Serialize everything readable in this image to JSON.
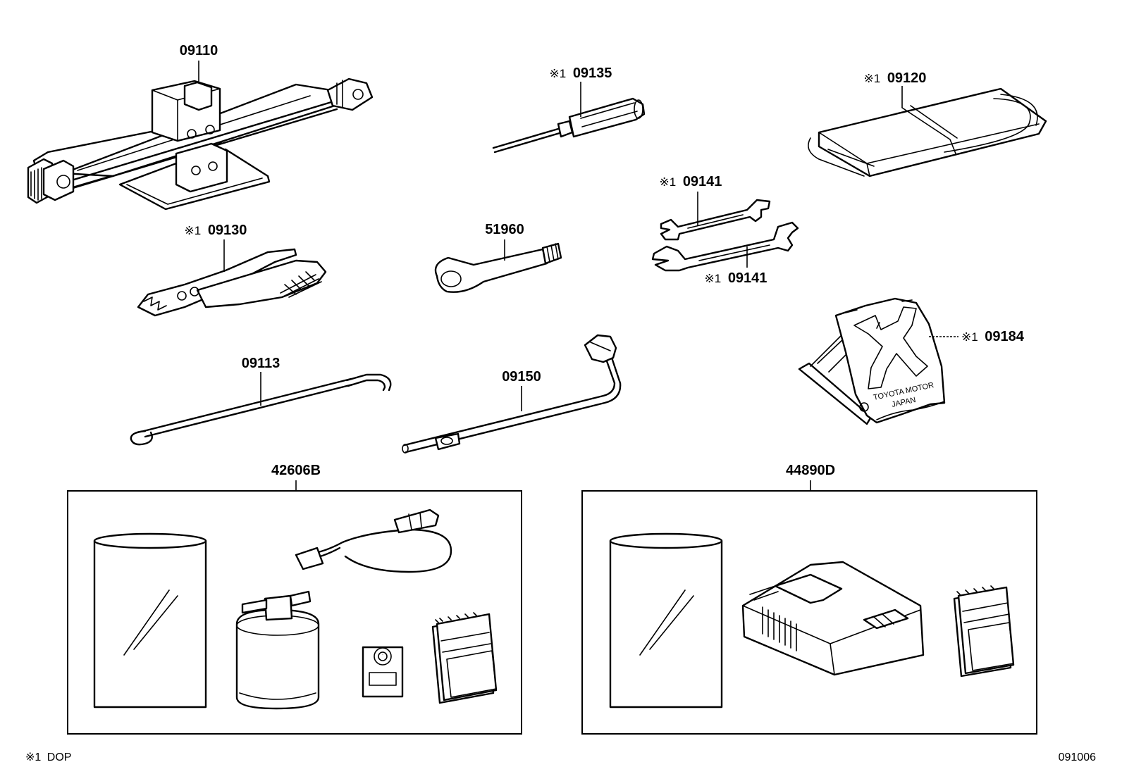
{
  "marker": "※1",
  "callouts": {
    "jack": "09110",
    "screwdriver": "09135",
    "tool_bag": "09120",
    "pliers": "09130",
    "hub_nut_wrench_bolt": "51960",
    "wrench_upper": "09141",
    "wrench_lower": "09141",
    "wheel_chock": "09184",
    "jack_handle_hook": "09113",
    "lug_wrench": "09150",
    "repair_kit_left": "42606B",
    "repair_kit_right": "44890D"
  },
  "chock_stamp": {
    "line1": "TOYOTA MOTOR",
    "line2": "JAPAN"
  },
  "footnote": {
    "marker": "※1",
    "text": "DOP"
  },
  "figure_code": "091006"
}
